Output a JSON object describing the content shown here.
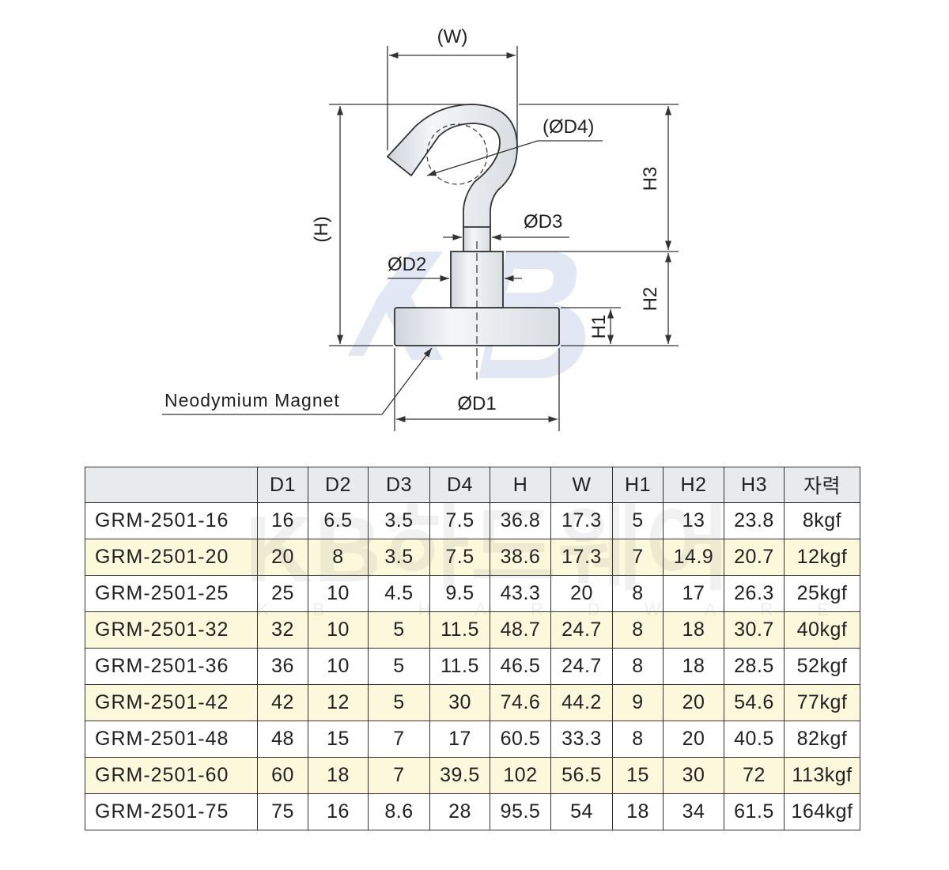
{
  "drawing": {
    "labels": {
      "w": "(W)",
      "d4": "(ØD4)",
      "h": "(H)",
      "h3": "H3",
      "d3": "ØD3",
      "d2": "ØD2",
      "h2": "H2",
      "h1": "H1",
      "magnet": "Neodymium Magnet",
      "d1": "ØD1"
    },
    "colors": {
      "line": "#333333",
      "body_fill": "#e4e8ec",
      "logo_blue": "#c9d6ea"
    }
  },
  "watermark": {
    "logo": "KB",
    "text": "KB하드웨어",
    "sub": "KB HARDWARE"
  },
  "table": {
    "headers": [
      "",
      "D1",
      "D2",
      "D3",
      "D4",
      "H",
      "W",
      "H1",
      "H2",
      "H3",
      "자력"
    ],
    "rows": [
      [
        "GRM-2501-16",
        "16",
        "6.5",
        "3.5",
        "7.5",
        "36.8",
        "17.3",
        "5",
        "13",
        "23.8",
        "8kgf"
      ],
      [
        "GRM-2501-20",
        "20",
        "8",
        "3.5",
        "7.5",
        "38.6",
        "17.3",
        "7",
        "14.9",
        "20.7",
        "12kgf"
      ],
      [
        "GRM-2501-25",
        "25",
        "10",
        "4.5",
        "9.5",
        "43.3",
        "20",
        "8",
        "17",
        "26.3",
        "25kgf"
      ],
      [
        "GRM-2501-32",
        "32",
        "10",
        "5",
        "11.5",
        "48.7",
        "24.7",
        "8",
        "18",
        "30.7",
        "40kgf"
      ],
      [
        "GRM-2501-36",
        "36",
        "10",
        "5",
        "11.5",
        "46.5",
        "24.7",
        "8",
        "18",
        "28.5",
        "52kgf"
      ],
      [
        "GRM-2501-42",
        "42",
        "12",
        "5",
        "30",
        "74.6",
        "44.2",
        "9",
        "20",
        "54.6",
        "77kgf"
      ],
      [
        "GRM-2501-48",
        "48",
        "15",
        "7",
        "17",
        "60.5",
        "33.3",
        "8",
        "20",
        "40.5",
        "82kgf"
      ],
      [
        "GRM-2501-60",
        "60",
        "18",
        "7",
        "39.5",
        "102",
        "56.5",
        "15",
        "30",
        "72",
        "113kgf"
      ],
      [
        "GRM-2501-75",
        "75",
        "16",
        "8.6",
        "28",
        "95.5",
        "54",
        "18",
        "34",
        "61.5",
        "164kgf"
      ]
    ]
  }
}
